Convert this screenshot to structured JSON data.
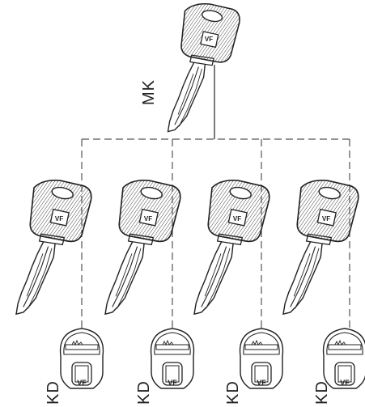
{
  "master_key": {
    "label": "MK",
    "logo": "VF"
  },
  "child_keys": [
    {
      "label": "KD",
      "logo": "VF"
    },
    {
      "label": "KD",
      "logo": "VF"
    },
    {
      "label": "KD",
      "logo": "VF"
    },
    {
      "label": "KD",
      "logo": "VF"
    }
  ],
  "colors": {
    "line": "#333333",
    "dash": "#555555",
    "background": "#ffffff"
  }
}
